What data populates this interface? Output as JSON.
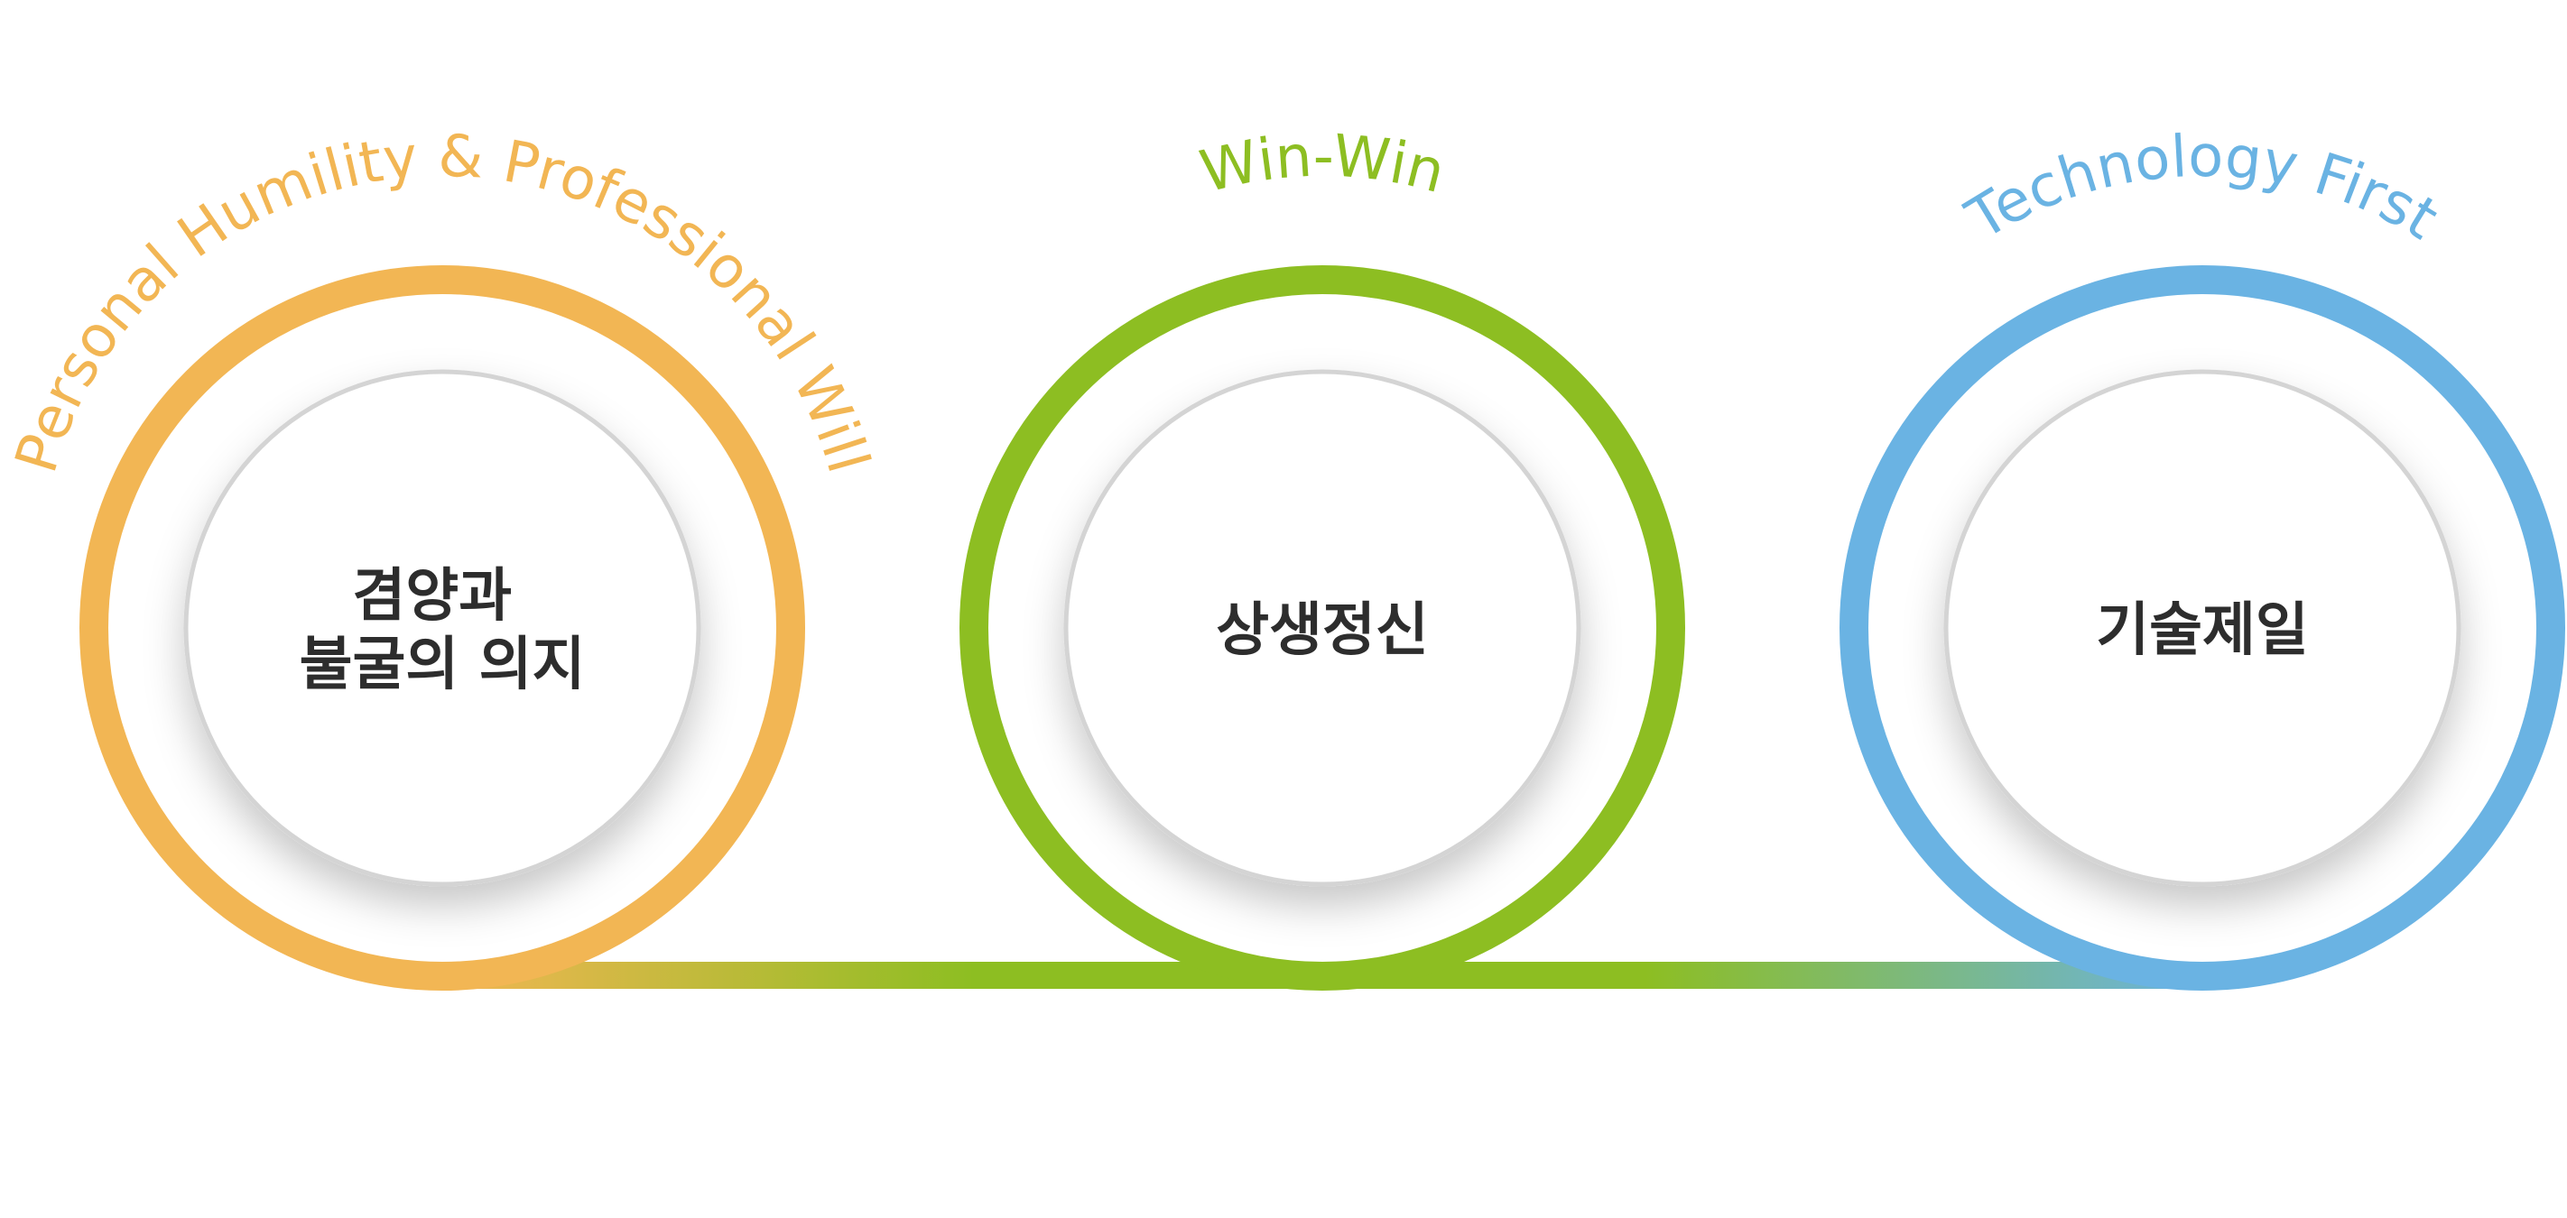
{
  "values": [
    {
      "id": "humility",
      "english": "Personal Humility & Professional Will",
      "korean_lines": [
        "겸양과",
        "불굴의 의지"
      ],
      "color": "#F2B654"
    },
    {
      "id": "winwin",
      "english": "Win-Win",
      "korean_lines": [
        "상생정신"
      ],
      "color": "#8DBE22"
    },
    {
      "id": "tech",
      "english": "Technology First",
      "korean_lines": [
        "기술제일"
      ],
      "color": "#6AB3E3"
    }
  ],
  "inner_circle_color": "#ffffff",
  "inner_circle_border": "#d4d4d4",
  "text_color": "#2d2d2d"
}
